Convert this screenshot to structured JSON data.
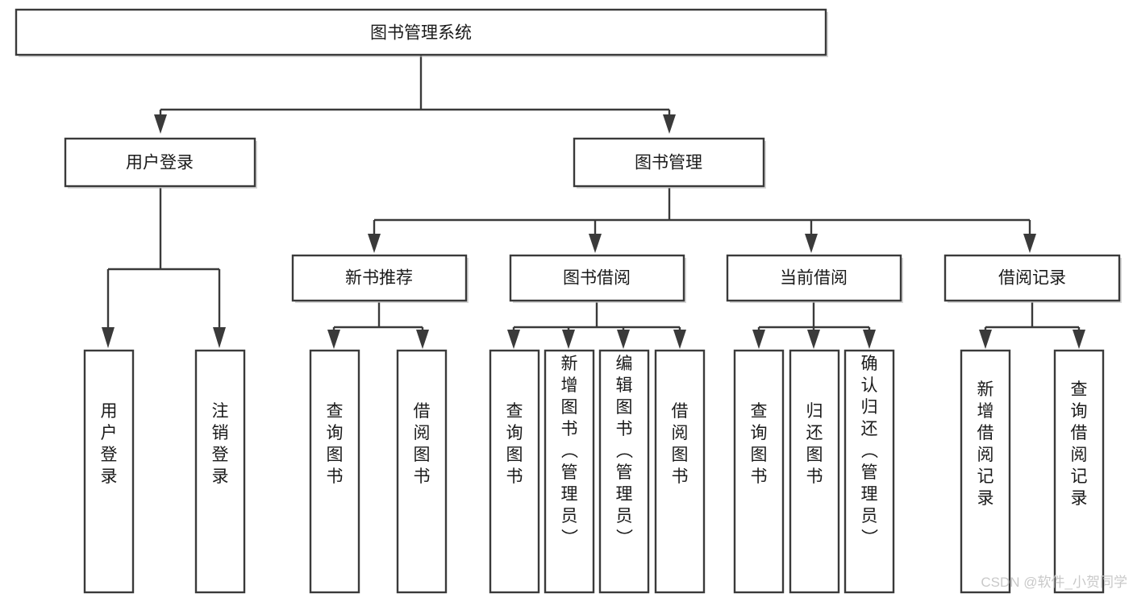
{
  "diagram": {
    "type": "tree-hierarchy-chart",
    "title": "图书管理系统",
    "orientation": "top-down",
    "colors": {
      "box_stroke": "#3a3a3a",
      "box_fill": "#ffffff",
      "edge": "#3a3a3a",
      "text": "#1a1a1a",
      "watermark": "#c9c9c9",
      "background": "#ffffff"
    },
    "levels": {
      "root": {
        "label": "图书管理系统"
      },
      "level2": [
        {
          "label": "用户登录"
        },
        {
          "label": "图书管理"
        }
      ],
      "level3": [
        {
          "label": "新书推荐"
        },
        {
          "label": "图书借阅"
        },
        {
          "label": "当前借阅"
        },
        {
          "label": "借阅记录"
        }
      ],
      "leaves_user_login": [
        {
          "label": "用户登录"
        },
        {
          "label": "注销登录"
        }
      ],
      "leaves_new_book": [
        {
          "label": "查询图书"
        },
        {
          "label": "借阅图书"
        }
      ],
      "leaves_borrow": [
        {
          "label": "查询图书"
        },
        {
          "label": "新增图书（管理员）"
        },
        {
          "label": "编辑图书（管理员）"
        },
        {
          "label": "借阅图书"
        }
      ],
      "leaves_current": [
        {
          "label": "查询图书"
        },
        {
          "label": "归还图书"
        },
        {
          "label": "确认归还（管理员）"
        }
      ],
      "leaves_record": [
        {
          "label": "新增借阅记录"
        },
        {
          "label": "查询借阅记录"
        }
      ]
    },
    "watermark": "CSDN @软件_小贺同学"
  }
}
